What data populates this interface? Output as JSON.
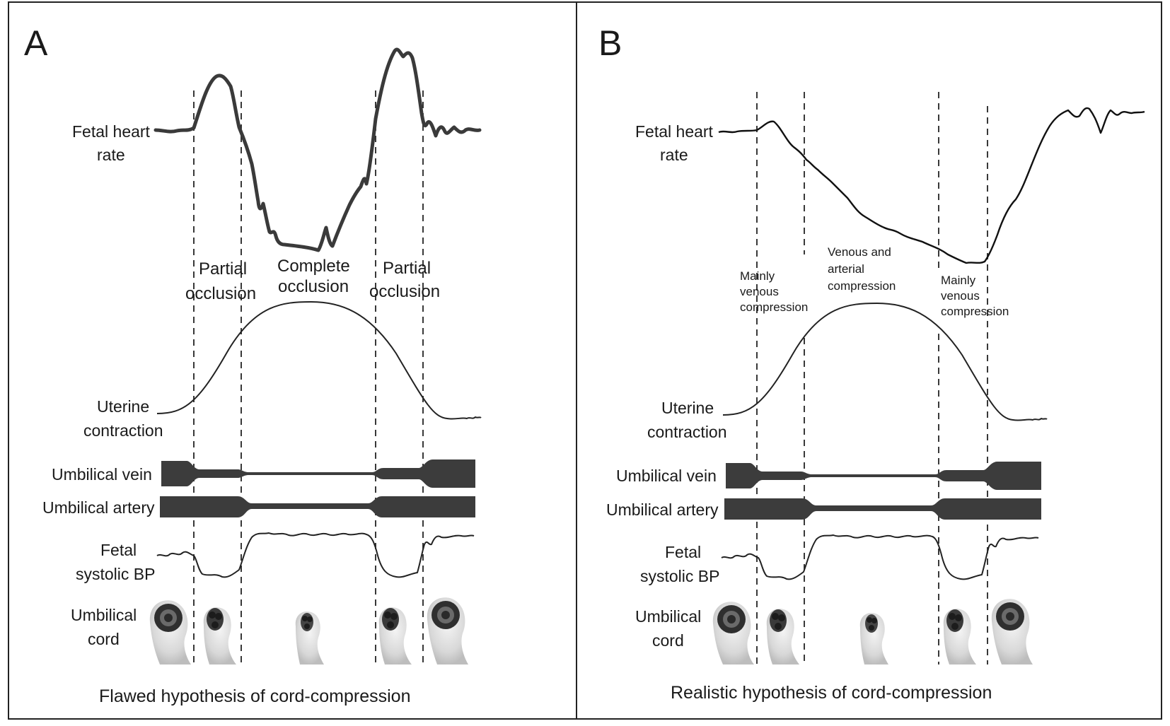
{
  "panels": [
    {
      "letter": "A",
      "caption": "Flawed hypothesis of cord-compression",
      "labels": {
        "fhr_line1": "Fetal heart",
        "fhr_line2": "rate",
        "uc_line1": "Uterine",
        "uc_line2": "contraction",
        "vein": "Umbilical vein",
        "artery": "Umbilical artery",
        "bp_line1": "Fetal",
        "bp_line2": "systolic BP",
        "cord_line1": "Umbilical",
        "cord_line2": "cord"
      },
      "phases": [
        {
          "line1": "Partial",
          "line2": "occlusion"
        },
        {
          "line1": "Complete",
          "line2": "occlusion"
        },
        {
          "line1": "Partial",
          "line2": "occlusion"
        }
      ]
    },
    {
      "letter": "B",
      "caption": "Realistic hypothesis of cord-compression",
      "labels": {
        "fhr_line1": "Fetal heart",
        "fhr_line2": "rate",
        "uc_line1": "Uterine",
        "uc_line2": "contraction",
        "vein": "Umbilical vein",
        "artery": "Umbilical artery",
        "bp_line1": "Fetal",
        "bp_line2": "systolic BP",
        "cord_line1": "Umbilical",
        "cord_line2": "cord"
      },
      "phases": [
        {
          "line1": "Mainly",
          "line2": "venous",
          "line3": "compression"
        },
        {
          "line1": "Venous and",
          "line2": "arterial",
          "line3": "compression"
        },
        {
          "line1": "Mainly",
          "line2": "venous",
          "line3": "compression"
        }
      ]
    }
  ],
  "colors": {
    "line": "#222222",
    "vessel": "#3c3c3c",
    "background": "#ffffff"
  }
}
